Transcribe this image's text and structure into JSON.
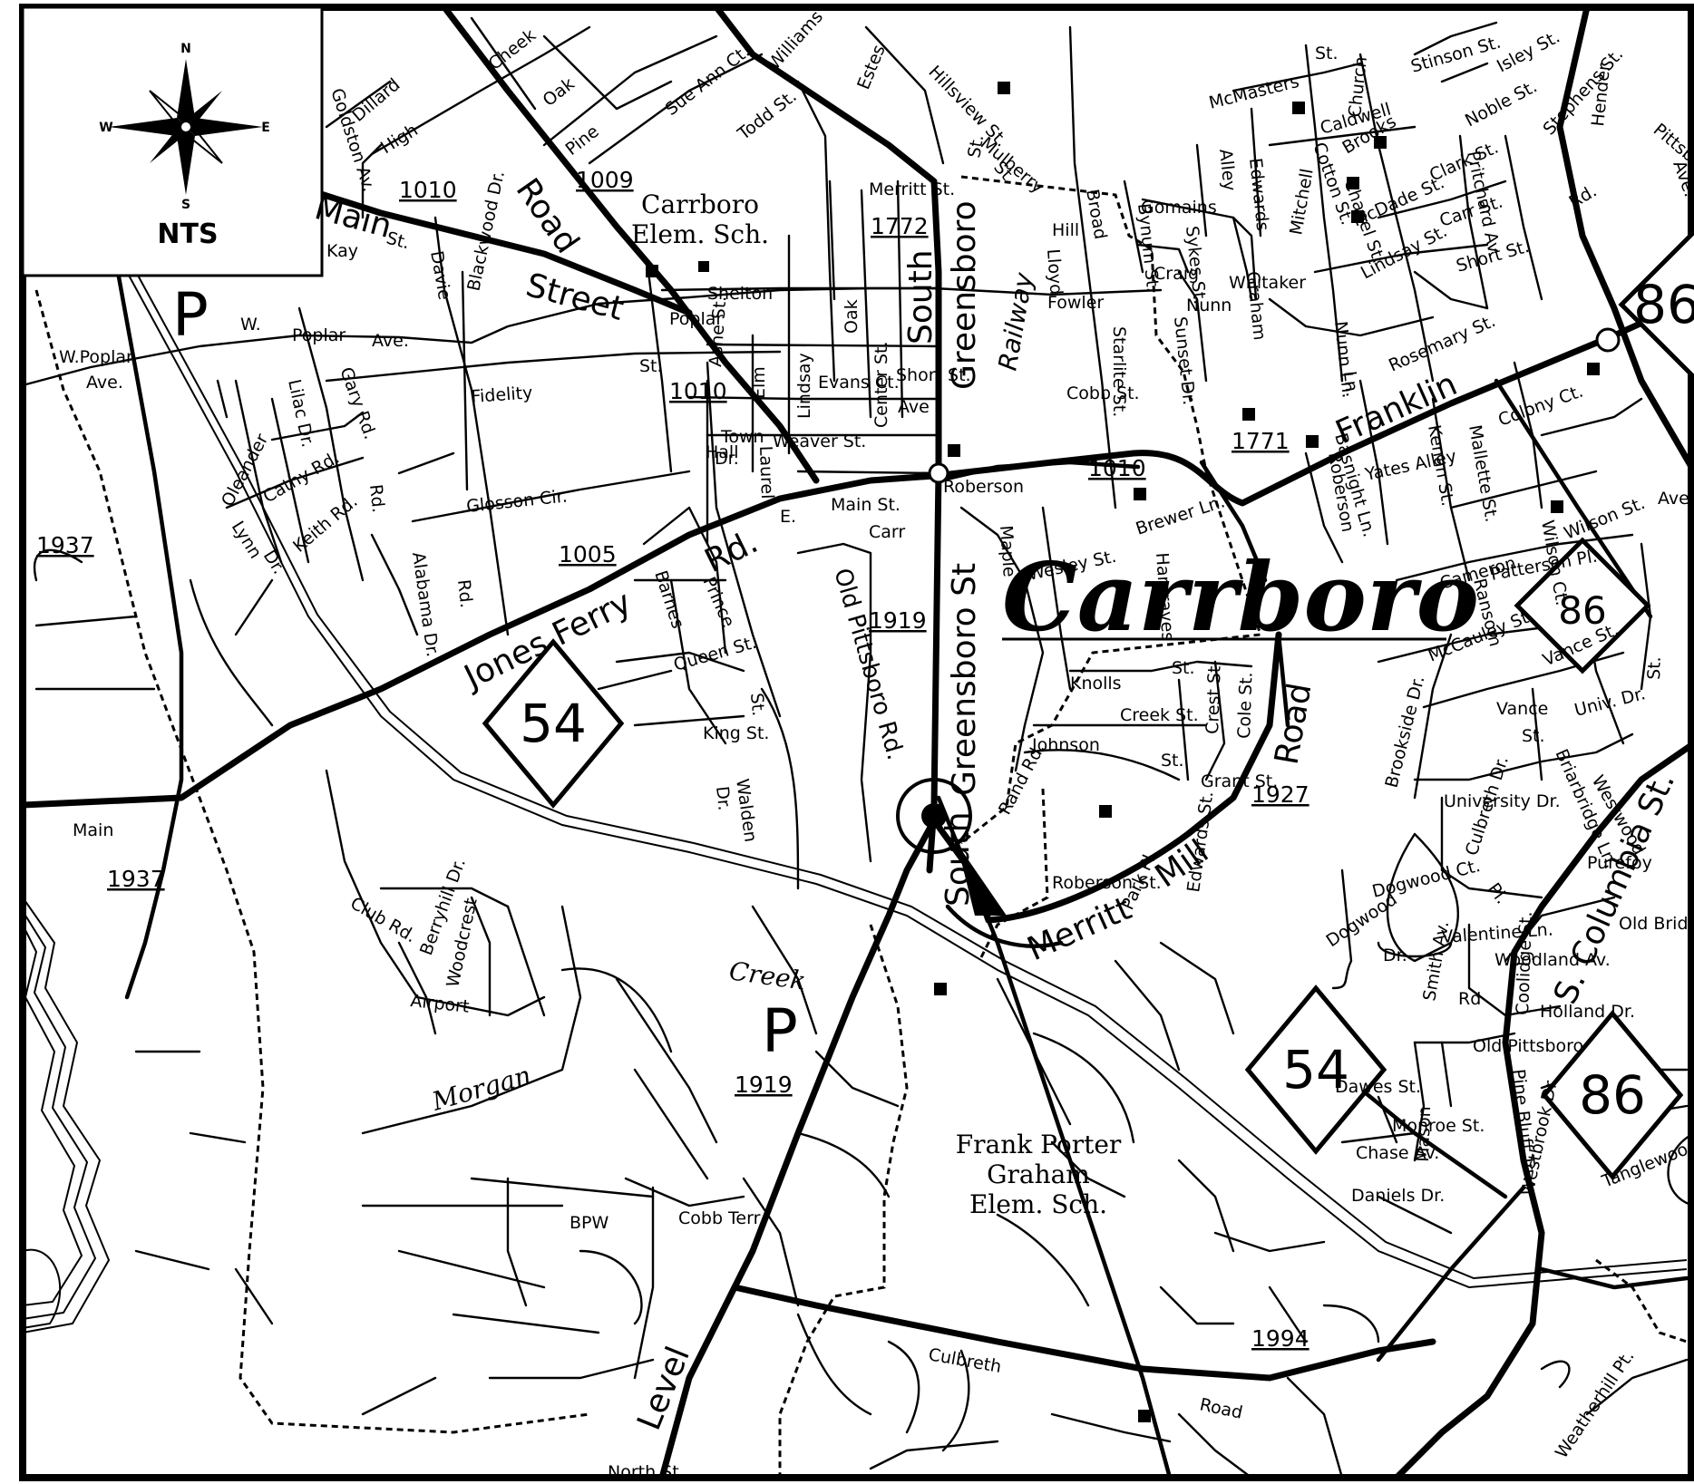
{
  "legend": {
    "north_marker": "N",
    "south_marker": "S",
    "east_marker": "E",
    "west_marker": "W",
    "scale_note": "NTS"
  },
  "town_label": "Carrboro",
  "place_labels": {
    "carrboro_elem": [
      "Carrboro",
      "Elem. Sch."
    ],
    "fpg_elem": [
      "Frank Porter",
      "Graham",
      "Elem. Sch."
    ],
    "town_hall": [
      "Town",
      "Hall"
    ],
    "bpw": "BPW"
  },
  "parking_markers": [
    "P",
    "P"
  ],
  "shields": [
    {
      "route": "54"
    },
    {
      "route": "54"
    },
    {
      "route": "86"
    },
    {
      "route": "86"
    },
    {
      "route": "86"
    }
  ],
  "secondary_routes": [
    "1010",
    "1009",
    "1772",
    "1010",
    "1010",
    "1005",
    "1919",
    "1937",
    "1937",
    "1927",
    "1919",
    "1994",
    "1771"
  ],
  "street_labels": {
    "jones_ferry": "Jones Ferry",
    "jones_ferry_rd": "Rd.",
    "south_road_street": [
      "Road",
      "Street"
    ],
    "main_st_nw": [
      "Main",
      "St."
    ],
    "w_poplar": [
      "W.Poplar",
      "Ave."
    ],
    "poplar_w": [
      "W.",
      "Poplar",
      "Ave."
    ],
    "fidelity": [
      "Fidelity",
      "St."
    ],
    "glosson": "Glosson Cir.",
    "south_greensboro": [
      "South",
      "Greensboro",
      "St."
    ],
    "greensboro_lower": [
      "South",
      "Greensboro St"
    ],
    "franklin": "Franklin",
    "merritt_mill": [
      "Merritt",
      "Mill",
      "Road"
    ],
    "railway": "Railway",
    "columbia": "S. Columbia St.",
    "old_pittsboro": "Old Pittsboro Rd.",
    "creek": "Creek",
    "morgan": "Morgan",
    "level": "Level",
    "culbreth": "Culbreth",
    "road": "Road",
    "minor": [
      "Dillard",
      "Goldston Av.",
      "High",
      "Cheek",
      "Oak",
      "Pine",
      "Sue Ann Ct.",
      "Williams",
      "Todd St.",
      "Estes",
      "Hillsview St.",
      "Mulberry",
      "St.",
      "Merritt St.",
      "Kay",
      "Davie",
      "Blackwood Dr.",
      "Shelton",
      "Poplar",
      "Ashe St.",
      "Elm",
      "Lindsay",
      "Oak",
      "Evans Ct.",
      "Center St.",
      "Short St.",
      "Weaver St.",
      "Laurel",
      "Dr.",
      "Main St.",
      "E.",
      "Carr",
      "Roberson",
      "Maple",
      "Barnes",
      "Prince",
      "St.",
      "Queen St.",
      "King St.",
      "Walden",
      "Dr.",
      "Lilac Dr.",
      "Gary Rd.",
      "Oleander",
      "Lynn",
      "Dr.",
      "Cathy Rd.",
      "Keith Rd.",
      "Rd.",
      "Alabama Dr.",
      "Rd.",
      "Wesley St.",
      "Hargraves",
      "Knolls",
      "St.",
      "Creek St.",
      "Crest St.",
      "Cole St.",
      "Johnson",
      "St.",
      "Grant St.",
      "Rand Rd.",
      "Roberson St.",
      "Park Pl.",
      "Edwards St.",
      "Brewer Ln.",
      "Hill",
      "Broad",
      "Lloyd",
      "Fowler",
      "Starlite St.",
      "Cobb St.",
      "Bynum St.",
      "Craig",
      "Nunn",
      "Sunset Dr.",
      "Graham",
      "Whitaker",
      "Gomains",
      "Sykes St.",
      "Alley",
      "Edwards",
      "Mitchell",
      "McMasters",
      "St.",
      "Church",
      "Caldwell",
      "Cotton St.",
      "Brooks",
      "Chapel St.",
      "McDade St.",
      "Lindsay St.",
      "Clark St.",
      "Carr St.",
      "Noble St.",
      "Pritchard Av.",
      "Stinson St.",
      "Isley St.",
      "Stephens St.",
      "Short St.",
      "Rosemary St.",
      "Nunn Ln.",
      "Ln.",
      "Roberson",
      "Basnight Ln.",
      "Yates Alley",
      "Kenan St.",
      "Mallette St.",
      "Colony Ct.",
      "Wilson Ct.",
      "Wilson St.",
      "Patterson Pl.",
      "Cameron",
      "McCauley St.",
      "Ransom",
      "Vance St.",
      "Brookside Dr.",
      "Vance",
      "St.",
      "Univ. Dr.",
      "University Dr.",
      "Briarbridge Ln.",
      "Westwood",
      "Culbreth Dr.",
      "Pl.",
      "Dogwood",
      "Dogwood Ct.",
      "Dr.",
      "Valentine Ln.",
      "Woodland Av.",
      "Smith Av.",
      "Rd",
      "Old Pittsboro",
      "Coolidge St.",
      "Pine Bluff Tr.",
      "Dawes St.",
      "Monroe St.",
      "Chase Av.",
      "Mason",
      "Daniels Dr.",
      "Holland Dr.",
      "Purefoy",
      "Old Bridge Ln.",
      "Westbrook Dr.",
      "Tanglewood Ln.",
      "Weatherhill Pt.",
      "Berryhill Dr.",
      "Club Rd.",
      "Woodcrest",
      "Airport",
      "Cobb Terr.",
      "North St.",
      "Hender",
      "Pittsboro",
      "Rd.",
      "Ave.",
      "St.",
      "Main",
      "Ave.",
      "Ave"
    ]
  },
  "colors": {
    "ink": "#000000",
    "paper": "#ffffff"
  }
}
